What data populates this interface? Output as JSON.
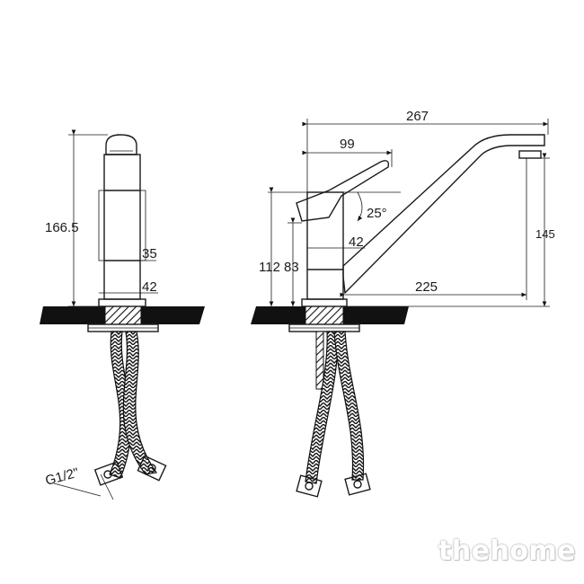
{
  "dimensions": {
    "total_height": "166.5",
    "spout_width": "35",
    "base_width_front": "42",
    "spout_reach_total": "267",
    "lever_reach": "99",
    "lever_angle": "25°",
    "base_width_side": "42",
    "spout_height_112": "112",
    "body_height_83": "83",
    "spout_length": "225",
    "spout_outlet_height": "145",
    "thread_size": "G1/2\""
  },
  "watermark": "thehome"
}
